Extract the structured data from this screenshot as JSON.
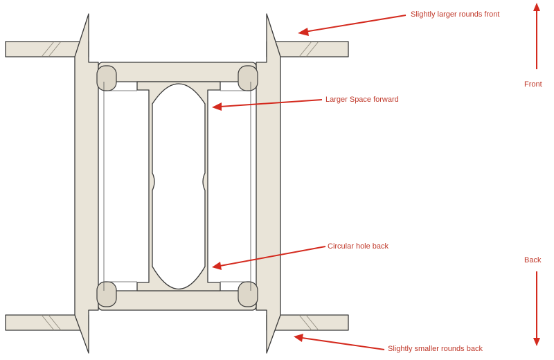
{
  "annotations": {
    "rounds_front": "Slightly larger rounds front",
    "space_forward": "Larger Space forward",
    "hole_back": "Circular hole back",
    "rounds_back": "Slightly smaller rounds back"
  },
  "orientation": {
    "front": "Front",
    "back": "Back"
  },
  "colors": {
    "annotation": "#d42a1e",
    "part_fill": "#e9e4d8",
    "outline": "#3a3a3a"
  }
}
